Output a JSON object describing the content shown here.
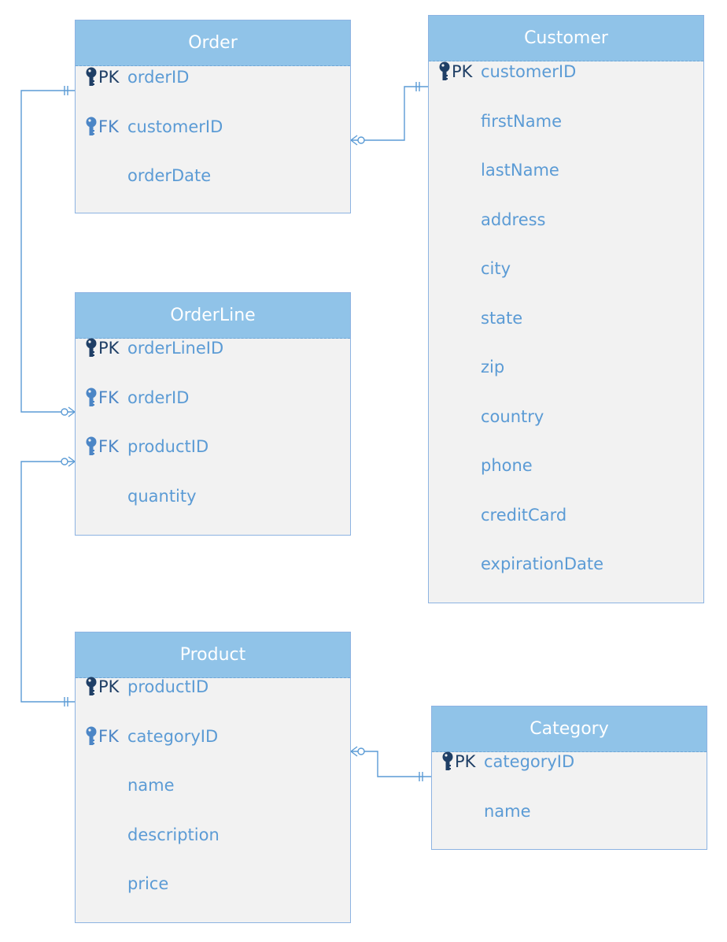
{
  "colors": {
    "header_fill": "#90c3e8",
    "body_fill": "#f2f2f2",
    "border": "#8db3e2",
    "field_text": "#5b9bd5",
    "pk_icon": "#1f3f66",
    "fk_icon": "#4c86c6",
    "connector": "#5b9bd5"
  },
  "entities": {
    "order": {
      "title": "Order",
      "fields": [
        {
          "key": "PK",
          "name": "orderID"
        },
        {
          "key": "FK",
          "name": "customerID"
        },
        {
          "key": "",
          "name": "orderDate"
        }
      ]
    },
    "customer": {
      "title": "Customer",
      "fields": [
        {
          "key": "PK",
          "name": "customerID"
        },
        {
          "key": "",
          "name": "firstName"
        },
        {
          "key": "",
          "name": "lastName"
        },
        {
          "key": "",
          "name": "address"
        },
        {
          "key": "",
          "name": "city"
        },
        {
          "key": "",
          "name": "state"
        },
        {
          "key": "",
          "name": "zip"
        },
        {
          "key": "",
          "name": "country"
        },
        {
          "key": "",
          "name": "phone"
        },
        {
          "key": "",
          "name": "creditCard"
        },
        {
          "key": "",
          "name": "expirationDate"
        }
      ]
    },
    "orderline": {
      "title": "OrderLine",
      "fields": [
        {
          "key": "PK",
          "name": "orderLineID"
        },
        {
          "key": "FK",
          "name": "orderID"
        },
        {
          "key": "FK",
          "name": "productID"
        },
        {
          "key": "",
          "name": "quantity"
        }
      ]
    },
    "product": {
      "title": "Product",
      "fields": [
        {
          "key": "PK",
          "name": "productID"
        },
        {
          "key": "FK",
          "name": "categoryID"
        },
        {
          "key": "",
          "name": "name"
        },
        {
          "key": "",
          "name": "description"
        },
        {
          "key": "",
          "name": "price"
        }
      ]
    },
    "category": {
      "title": "Category",
      "fields": [
        {
          "key": "PK",
          "name": "categoryID"
        },
        {
          "key": "",
          "name": "name"
        }
      ]
    }
  },
  "relationships": [
    {
      "from": "order.customerID",
      "from_cardinality": "zero-or-many",
      "to": "customer.customerID",
      "to_cardinality": "exactly-one"
    },
    {
      "from": "orderline.orderID",
      "from_cardinality": "zero-or-many",
      "to": "order.orderID",
      "to_cardinality": "exactly-one"
    },
    {
      "from": "orderline.productID",
      "from_cardinality": "zero-or-many",
      "to": "product.productID",
      "to_cardinality": "exactly-one"
    },
    {
      "from": "product.categoryID",
      "from_cardinality": "zero-or-many",
      "to": "category.categoryID",
      "to_cardinality": "exactly-one"
    }
  ]
}
